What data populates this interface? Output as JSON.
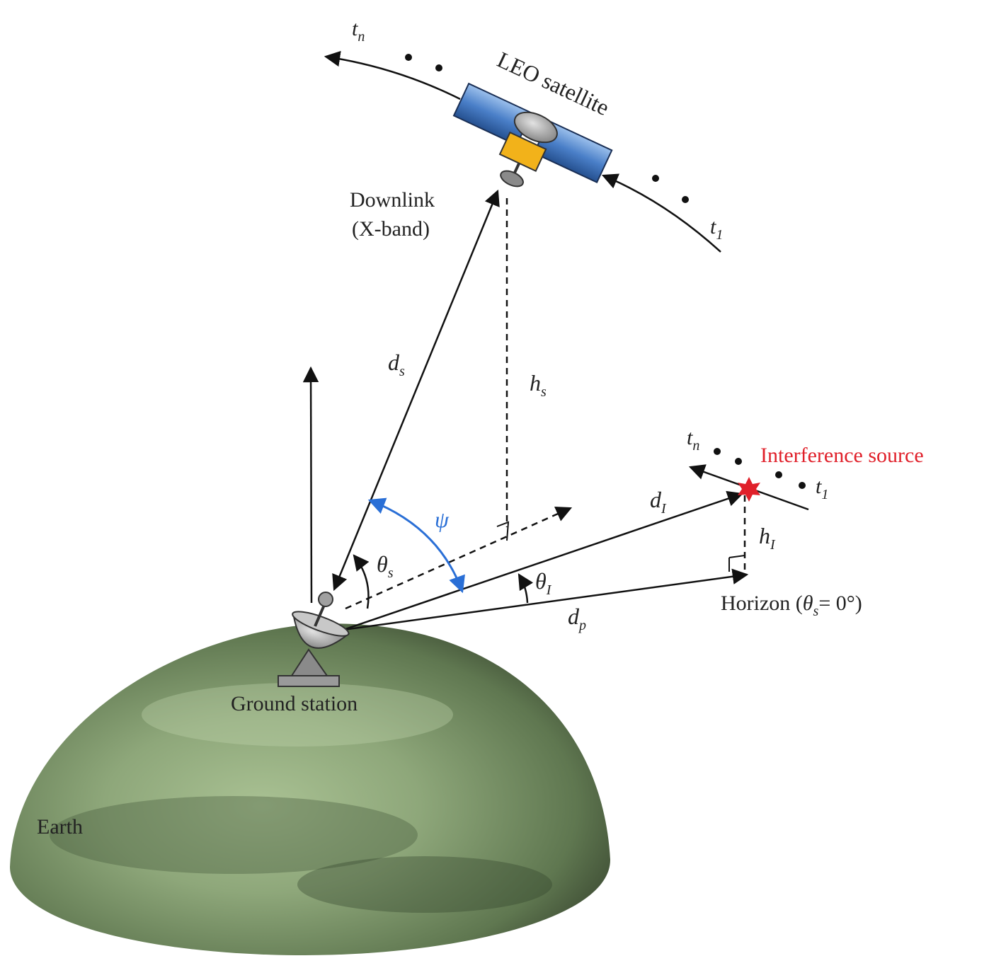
{
  "labels": {
    "leo_satellite": "LEO satellite",
    "downlink_line1": "Downlink",
    "downlink_line2": "(X-band)",
    "interference_source": "Interference source",
    "horizon_prefix": "Horizon (",
    "horizon_theta": "θ",
    "horizon_theta_sub": "s",
    "horizon_suffix": "= 0°)",
    "ground_station": "Ground station",
    "earth": "Earth"
  },
  "symbols": {
    "sat_tn": {
      "base": "t",
      "sub": "n"
    },
    "sat_t1": {
      "base": "t",
      "sub": "1"
    },
    "int_tn": {
      "base": "t",
      "sub": "n"
    },
    "int_t1": {
      "base": "t",
      "sub": "1"
    },
    "ds": {
      "base": "d",
      "sub": "s"
    },
    "hs": {
      "base": "h",
      "sub": "s"
    },
    "di": {
      "base": "d",
      "sub": "I"
    },
    "hi": {
      "base": "h",
      "sub": "I"
    },
    "dp": {
      "base": "d",
      "sub": "p"
    },
    "theta_s": {
      "base": "θ",
      "sub": "s"
    },
    "theta_i": {
      "base": "θ",
      "sub": "I"
    },
    "psi": "ψ"
  },
  "colors": {
    "interference": "#e0202a",
    "psi_arc": "#2a6fd6",
    "solar_panel": "#4a7fc8",
    "satellite_body": "#f2b21a",
    "earth": "#7f9a6a",
    "line": "#111111"
  }
}
